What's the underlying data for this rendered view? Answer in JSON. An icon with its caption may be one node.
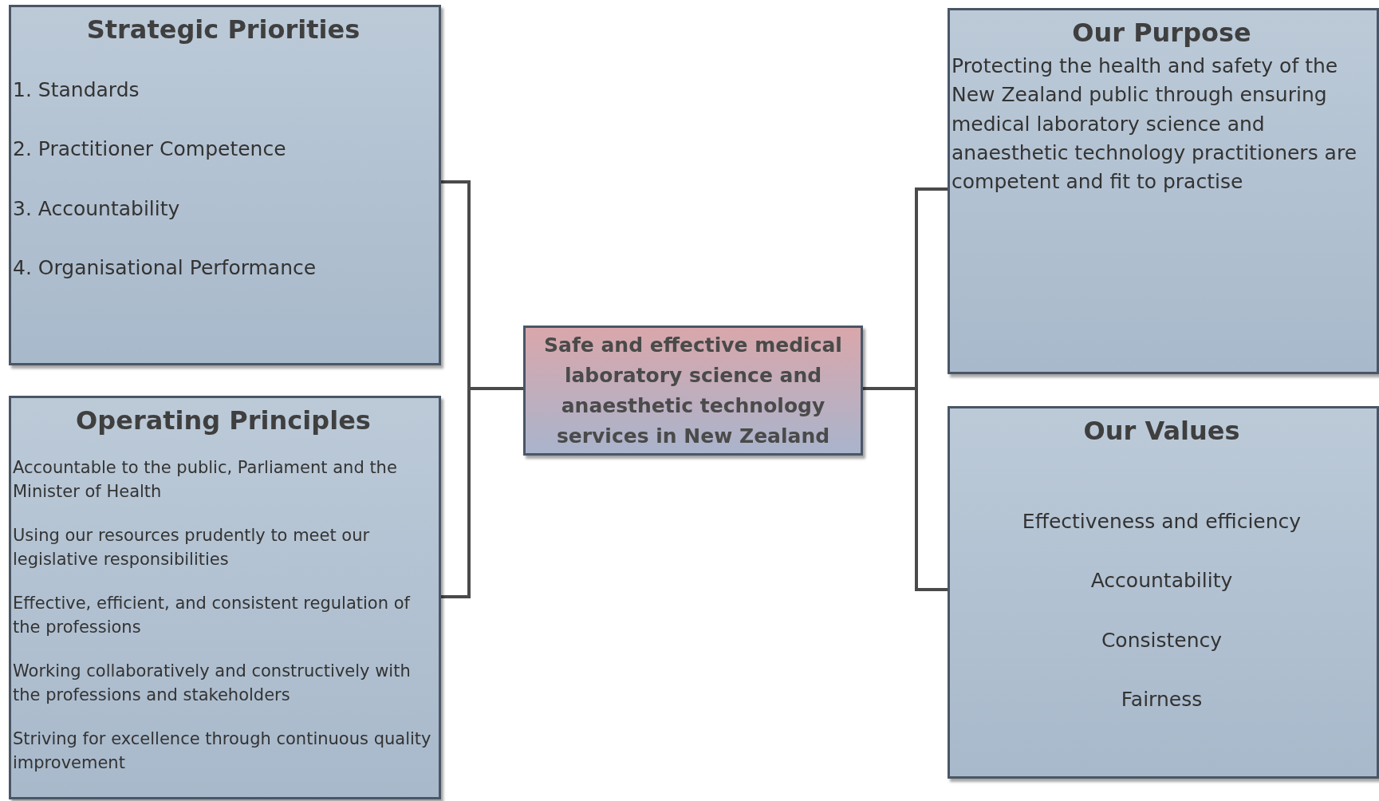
{
  "diagram": {
    "nodes": [
      {
        "text": [
          "Strategic Priorities",
          "1. Standards",
          "2. Practitioner Competence",
          "3. Accountability",
          "4. Organisational Performance"
        ]
      },
      {
        "text": [
          "Operating Principles",
          "Accountable to the public, Parliament and the Minister of Health",
          "Using our resources prudently to meet our legislative responsibilities",
          "Effective, efficient, and consistent regulation of the professions",
          "Working collaboratively and constructively with the professions and stakeholders",
          "Striving for excellence through continuous quality improvement"
        ]
      },
      {
        "text": [
          "Safe and effective medical laboratory science and anaesthetic technology services in New Zealand"
        ]
      },
      {
        "text": [
          "Our Purpose",
          "Protecting the health and safety of the New Zealand public through ensuring medical laboratory science and anaesthetic technology practitioners are competent and fit to practise"
        ]
      },
      {
        "text": [
          "Our Values",
          "Effectiveness and efficiency",
          "Accountability",
          "Consistency",
          "Fairness"
        ]
      }
    ],
    "edges": [
      {
        "from": 2,
        "to": 0,
        "arrow": "none"
      },
      {
        "from": 2,
        "to": 1,
        "arrow": "none"
      },
      {
        "from": 2,
        "to": 3,
        "arrow": "none"
      },
      {
        "from": 2,
        "to": 4,
        "arrow": "none"
      }
    ]
  }
}
